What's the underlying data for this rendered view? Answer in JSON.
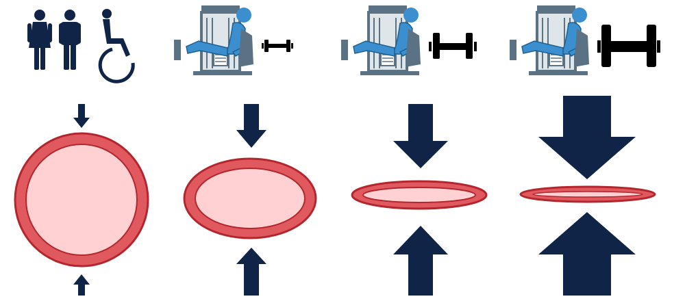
{
  "panels": [
    {
      "id": "rest",
      "top_icon": "people-group-icon",
      "weight_icon": "",
      "compression": "none",
      "arrow_size": "small"
    },
    {
      "id": "light-load",
      "top_icon": "leg-press-machine-icon",
      "weight_icon": "small-dumbbell-icon",
      "compression": "moderate",
      "arrow_size": "medium"
    },
    {
      "id": "heavy-load",
      "top_icon": "leg-press-machine-icon",
      "weight_icon": "medium-dumbbell-icon",
      "compression": "high",
      "arrow_size": "large"
    },
    {
      "id": "maximal-load",
      "top_icon": "leg-press-machine-icon",
      "weight_icon": "large-dumbbell-icon",
      "compression": "near-collapse",
      "arrow_size": "extra-large"
    }
  ],
  "colors": {
    "navy": "#0f2447",
    "wall": "#e0595e",
    "wall_stroke": "#b3262d",
    "lumen": "#ffd1d3",
    "machine_frame": "#5a7284",
    "machine_light": "#dfe6ea",
    "athlete": "#3b8fcf",
    "dumbbell": "#000000"
  }
}
